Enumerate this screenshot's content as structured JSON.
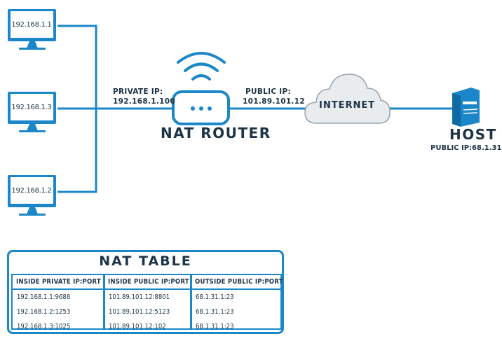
{
  "colors": {
    "accent": "#1b87c9",
    "text": "#1d3447",
    "cloud": "#e9ecee"
  },
  "clients": [
    {
      "ip": "192.168.1.1",
      "icon": "monitor-icon"
    },
    {
      "ip": "192.168.1.3",
      "icon": "monitor-icon"
    },
    {
      "ip": "192.168.1.2",
      "icon": "monitor-icon"
    }
  ],
  "private_ip": {
    "title": "PRIVATE IP:",
    "value": "192.168.1.100"
  },
  "public_ip": {
    "title": "PUBLIC IP:",
    "value": "101.89.101.12"
  },
  "router": {
    "label": "NAT ROUTER",
    "icon": "wifi-router-icon"
  },
  "cloud": {
    "label": "INTERNET",
    "icon": "cloud-icon"
  },
  "host": {
    "label": "HOST",
    "ip_text": "PUBLIC IP:68.1.31.1",
    "icon": "server-icon"
  },
  "nat_table": {
    "title": "NAT TABLE",
    "columns": [
      {
        "header": "INSIDE PRIVATE IP:PORT",
        "rows": [
          "192.168.1.1:9688",
          "192.168.1.2:1253",
          "192.168.1.3:1025"
        ]
      },
      {
        "header": "INSIDE PUBLIC IP:PORT",
        "rows": [
          "101.89.101.12:8801",
          "101.89.101.12:5123",
          "101.89.101.12:102"
        ]
      },
      {
        "header": "OUTSIDE PUBLIC IP:PORT",
        "rows": [
          "68.1.31.1:23",
          "68.1.31.1:23",
          "68.1.31.1:23"
        ]
      }
    ]
  }
}
